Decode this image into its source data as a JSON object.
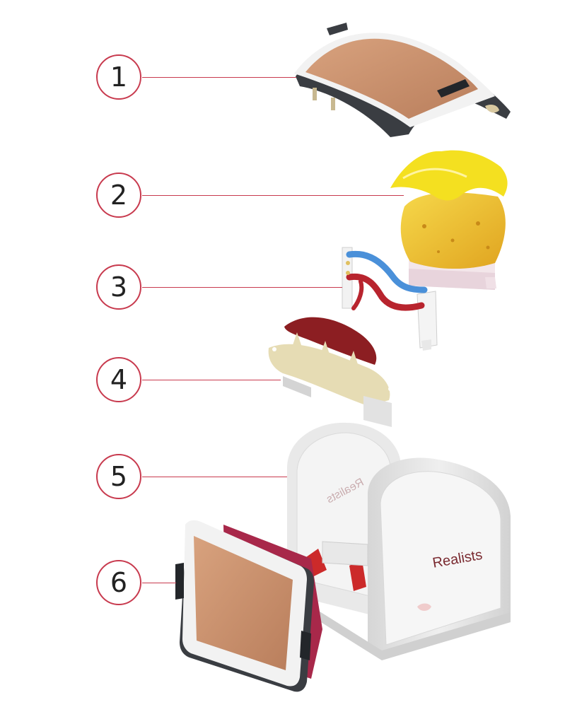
{
  "callouts": [
    {
      "number": "1",
      "part": "skin-pad-cover"
    },
    {
      "number": "2",
      "part": "fat-tissue-layer"
    },
    {
      "number": "3",
      "part": "vessel-insert"
    },
    {
      "number": "4",
      "part": "spine-vertebrae-insert"
    },
    {
      "number": "5",
      "part": "base-frame"
    },
    {
      "number": "6",
      "part": "side-skin-pad"
    }
  ],
  "base_frame": {
    "brand_text": "Realists",
    "mirrored_text": "Realists"
  },
  "colors": {
    "accent": "#c83a4e",
    "skin": "#c9906c",
    "fat": "#f2c81c",
    "vessel_blue": "#4a90d9",
    "vessel_red": "#b8242e",
    "bone": "#e6dcb4",
    "frame": "#e4e4e4",
    "frame_dark": "#3a3d42",
    "tissue_red": "#8c1e22",
    "felt": "#a8284a"
  }
}
